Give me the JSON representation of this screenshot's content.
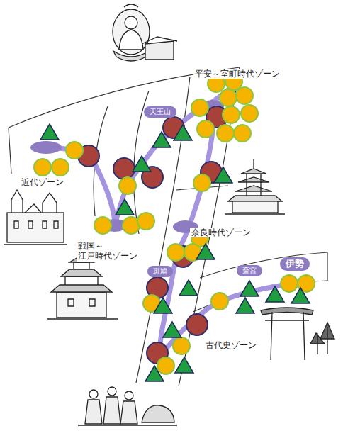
{
  "diagram": {
    "nodes": [
      {
        "text": [
          "天王山"
        ]
      },
      {
        "text": [
          "斑鳩"
        ]
      },
      {
        "text": [
          "斎宮"
        ]
      },
      {
        "text": [
          "伊勢"
        ]
      }
    ],
    "labels": [
      "平安～室町時代ゾーン",
      "近代ゾーン",
      "戦国～ 江戸時代ゾーン",
      "奈良時代ゾーン",
      "古代史ゾーン"
    ]
  }
}
